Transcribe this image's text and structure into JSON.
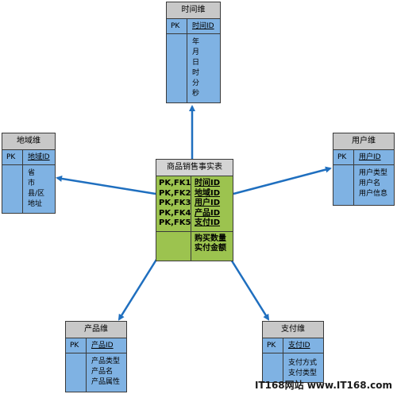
{
  "fact_table": {
    "title": "商品销售事实表",
    "keys": [
      "PK,FK1",
      "PK,FK2",
      "PK,FK3",
      "PK,FK4",
      "PK,FK5"
    ],
    "key_fields": [
      "时间ID",
      "地域ID",
      "用户ID",
      "产品ID",
      "支付ID"
    ],
    "measures": [
      "购买数量",
      "实付金额"
    ]
  },
  "time_dim": {
    "title": "时间维",
    "pk_label": "PK",
    "pk_field": "时间ID",
    "fields": [
      "年",
      "月",
      "日",
      "时",
      "分",
      "秒"
    ]
  },
  "region_dim": {
    "title": "地域维",
    "pk_label": "PK",
    "pk_field": "地域ID",
    "fields": [
      "省",
      "市",
      "县/区",
      "地址"
    ]
  },
  "user_dim": {
    "title": "用户维",
    "pk_label": "PK",
    "pk_field": "用户ID",
    "fields": [
      "用户类型",
      "用户名",
      "用户信息"
    ]
  },
  "product_dim": {
    "title": "产品维",
    "pk_label": "PK",
    "pk_field": "产品ID",
    "fields": [
      "产品类型",
      "产品名",
      "产品属性"
    ]
  },
  "payment_dim": {
    "title": "支付维",
    "pk_label": "PK",
    "pk_field": "支付ID",
    "fields": [
      "支付方式",
      "支付类型"
    ]
  },
  "watermark": "IT168网站 www.IT168.com",
  "colors": {
    "dimension_fill": "#7fb2e3",
    "fact_fill": "#9cc34f",
    "header_fill": "#c8c8c8",
    "arrow": "#1f6fbf"
  }
}
